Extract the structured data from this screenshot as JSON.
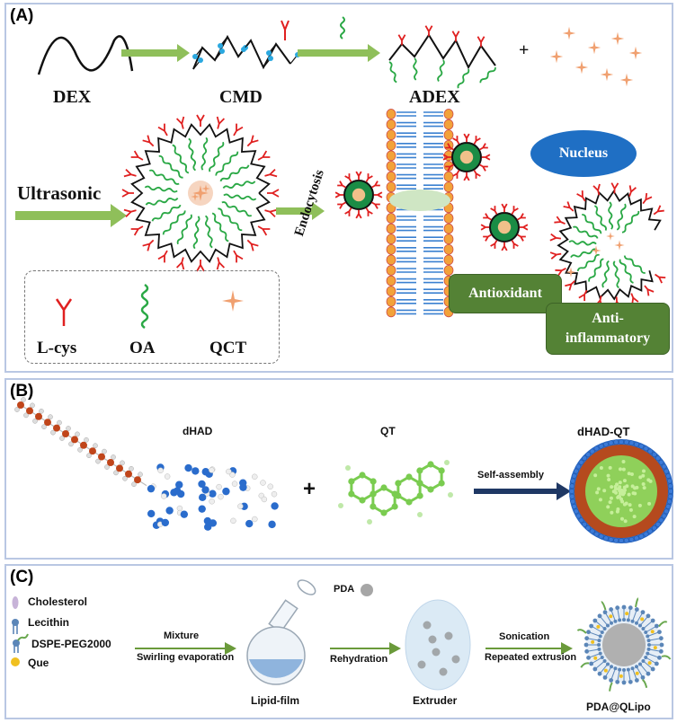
{
  "panel_a": {
    "label": "(A)",
    "dex": "DEX",
    "cmd": "CMD",
    "adex": "ADEX",
    "plus": "+",
    "ultrasonic": "Ultrasonic",
    "endocytosis": "Endocytosis",
    "nucleus": "Nucleus",
    "antioxidant": "Antioxidant",
    "anti_line1": "Anti-",
    "anti_line2": "inflammatory",
    "legend": {
      "lcys": "L-cys",
      "oa": "OA",
      "qct": "QCT"
    },
    "colors": {
      "arrow": "#8fbf5a",
      "cys": "#e02020",
      "oa": "#2aa845",
      "qct": "#f0a070",
      "lipid_head": "#f2a23a",
      "lipid_tail": "#3a80d0",
      "box": "#548235",
      "nucleus": "#1f6fc4"
    }
  },
  "panel_b": {
    "label": "(B)",
    "dhad": "dHAD",
    "qt": "QT",
    "dhad_qt": "dHAD-QT",
    "plus": "+",
    "self_assembly": "Self-assembly"
  },
  "panel_c": {
    "label": "(C)",
    "legend": [
      "Cholesterol",
      "Lecithin",
      "DSPE-PEG2000",
      "Que"
    ],
    "mixture": "Mixture",
    "swirling": "Swirling evaporation",
    "pda": "PDA",
    "rehydration": "Rehydration",
    "sonication": "Sonication",
    "repeated": "Repeated extrusion",
    "lipid_film": "Lipid-film",
    "extruder": "Extruder",
    "product": "PDA@QLipo"
  }
}
